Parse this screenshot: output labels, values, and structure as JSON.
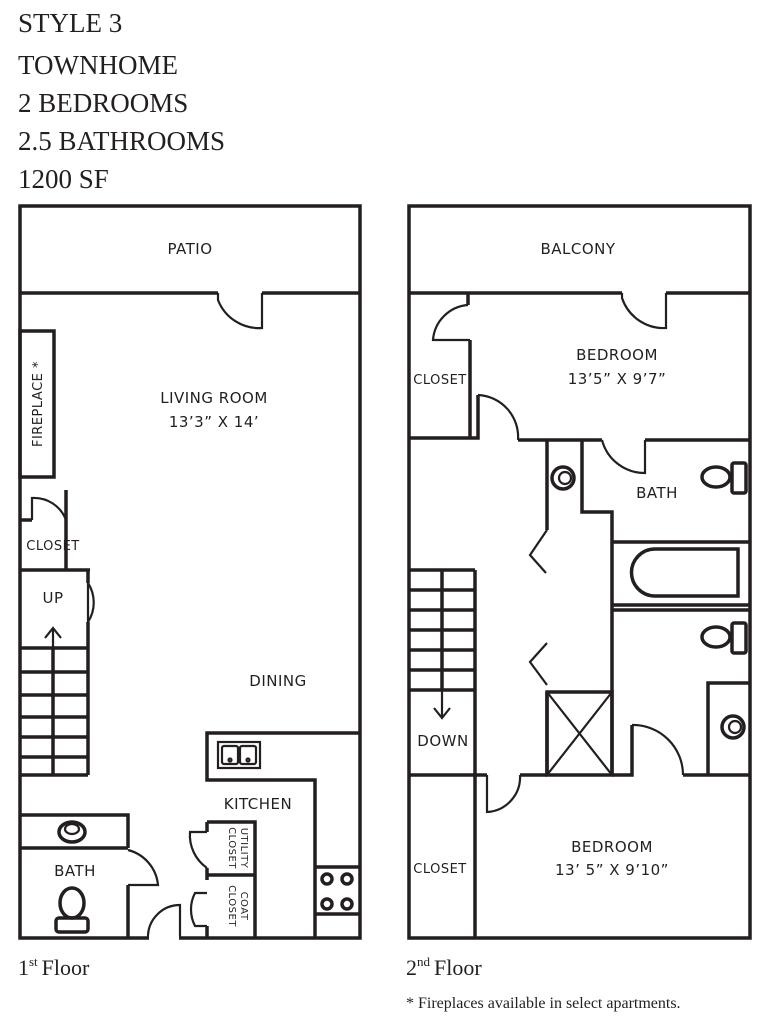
{
  "header": {
    "style": "STYLE 3",
    "type": "TOWNHOME",
    "bedrooms": "2 BEDROOMS",
    "bathrooms": "2.5 BATHROOMS",
    "area": "1200 SF"
  },
  "floor1": {
    "label_num": "1",
    "label_sup": "st",
    "label_word": "Floor",
    "rooms": {
      "patio": "PATIO",
      "living": "LIVING ROOM",
      "living_dim": "13’3” X 14’",
      "fireplace": "FIREPLACE *",
      "closet": "CLOSET",
      "up": "UP",
      "dining": "DINING",
      "kitchen": "KITCHEN",
      "bath": "BATH",
      "utility1": "UTILITY",
      "utility2": "CLOSET",
      "coat1": "COAT",
      "coat2": "CLOSET"
    }
  },
  "floor2": {
    "label_num": "2",
    "label_sup": "nd",
    "label_word": "Floor",
    "rooms": {
      "balcony": "BALCONY",
      "bedroom1": "BEDROOM",
      "bedroom1_dim": "13’5” X 9’7”",
      "closet1": "CLOSET",
      "bath": "BATH",
      "down": "DOWN",
      "closet2": "CLOSET",
      "bedroom2": "BEDROOM",
      "bedroom2_dim": "13’ 5” X 9’10”"
    }
  },
  "footnote": "* Fireplaces available in select apartments."
}
